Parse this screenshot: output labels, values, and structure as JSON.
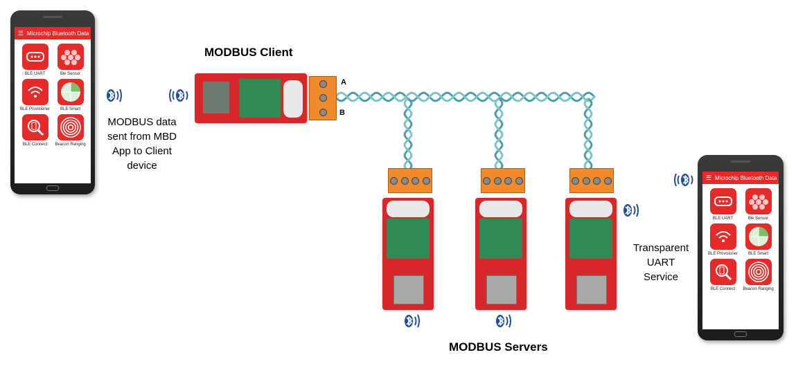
{
  "labels": {
    "client_title": "MODBUS Client",
    "servers_title": "MODBUS Servers",
    "wire_a": "A",
    "wire_b": "B",
    "left_desc": [
      "MODBUS data",
      "sent from MBD",
      "App to Client",
      "device"
    ],
    "right_desc": [
      "Transparent",
      "UART",
      "Service"
    ]
  },
  "phone_app": {
    "title": "Microchip Bluetooth Data",
    "tiles": [
      {
        "label": "BLE UART",
        "icon": "serial-port-icon"
      },
      {
        "label": "Ble Sensor",
        "icon": "hexagon-cluster-icon"
      },
      {
        "label": "BLE Provisioner",
        "icon": "wifi-gear-icon"
      },
      {
        "label": "BLE Smart",
        "icon": "pie-smart-icon"
      },
      {
        "label": "BLE Connect",
        "icon": "phone-search-icon"
      },
      {
        "label": "Beacon Ranging",
        "icon": "concentric-rings-icon"
      }
    ]
  },
  "colors": {
    "brand_red": "#e52a2a",
    "board_red": "#d8272b",
    "click_green": "#2f8a55",
    "terminal_orange": "#f08a2a",
    "wire_teal": "#4a9ea8",
    "bluetooth_blue": "#1f4e9c"
  }
}
